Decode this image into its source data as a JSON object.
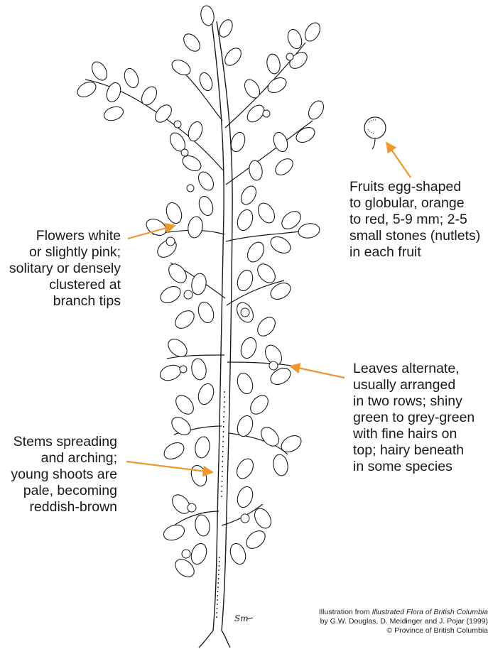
{
  "labels": {
    "flowers": "Flowers white\nor slightly pink;\nsolitary or densely\nclustered at\nbranch tips",
    "stems": "Stems spreading\nand arching;\nyoung shoots are\npale, becoming\nreddish-brown",
    "fruits": "Fruits egg-shaped\nto globular, orange\nto red, 5-9 mm; 2-5\nsmall stones (nutlets)\nin each fruit",
    "leaves": "Leaves alternate,\nusually arranged\nin two rows; shiny\ngreen to grey-green\nwith fine hairs on\ntop; hairy beneath\nin some species"
  },
  "credit": {
    "line1_prefix": "Illustration from ",
    "line1_title": "Illustrated Flora of British Columbia",
    "line2": "by G.W. Douglas, D. Meidinger and J. Pojar (1999)",
    "line3": "© Province of British Columbia"
  },
  "signature": "Sm",
  "colors": {
    "arrow": "#f0962f",
    "ink": "#1a1a1a"
  }
}
